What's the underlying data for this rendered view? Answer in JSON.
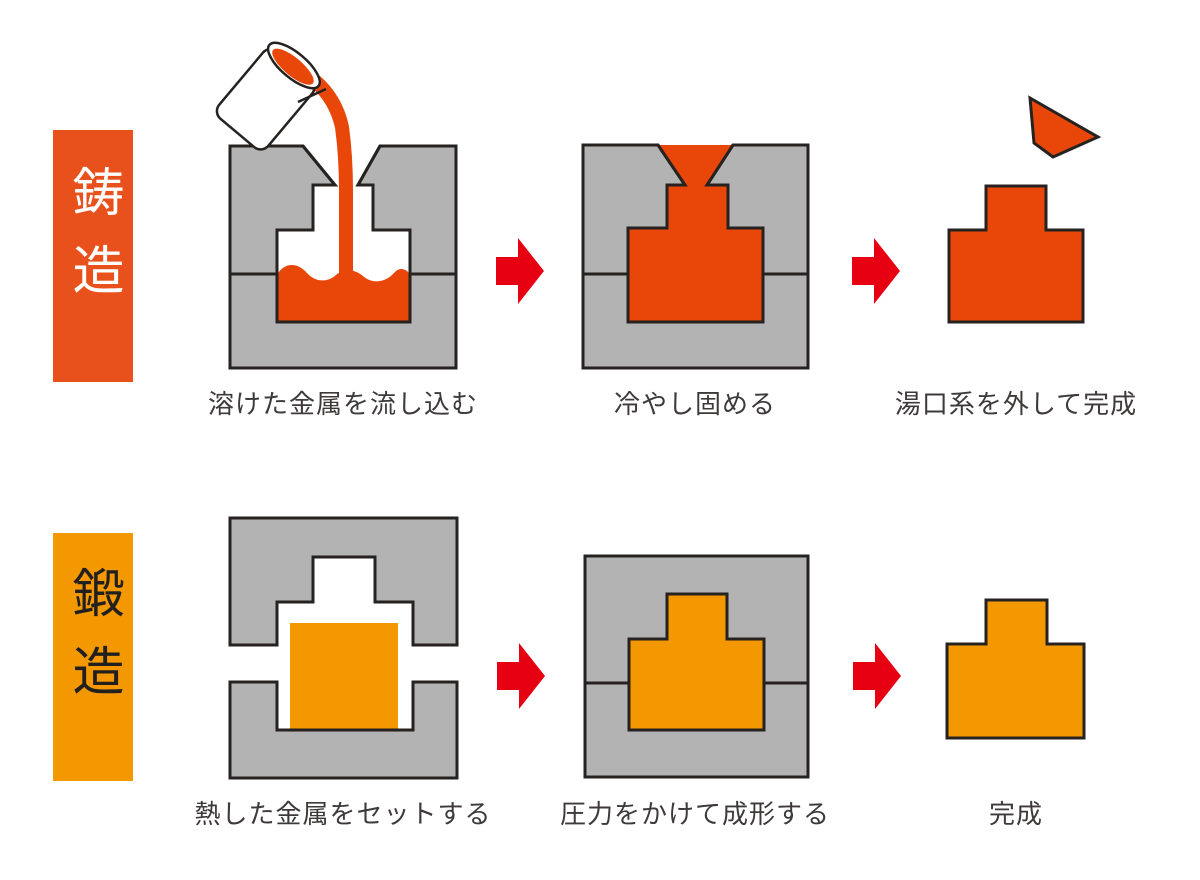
{
  "colors": {
    "background": "#FFFFFF",
    "vermilion": "#E94709",
    "amber": "#F39800",
    "arrow_red": "#E60012",
    "mold_gray": "#B3B3B4",
    "outline": "#262220",
    "caption_text": "#3E3A39",
    "casting_label_bg": "#E8511B",
    "casting_label_text": "#FFFFFF",
    "forging_label_bg": "#F39800",
    "forging_label_text": "#221F1F"
  },
  "icons": {
    "step_arrow": "right-arrow"
  },
  "rows": [
    {
      "id": "casting",
      "label": "鋳造",
      "steps": [
        {
          "caption": "溶けた金属を流し込む"
        },
        {
          "caption": "冷やし固める"
        },
        {
          "caption": "湯口系を外して完成"
        }
      ]
    },
    {
      "id": "forging",
      "label": "鍛造",
      "steps": [
        {
          "caption": "熱した金属をセットする"
        },
        {
          "caption": "圧力をかけて成形する"
        },
        {
          "caption": "完成"
        }
      ]
    }
  ]
}
